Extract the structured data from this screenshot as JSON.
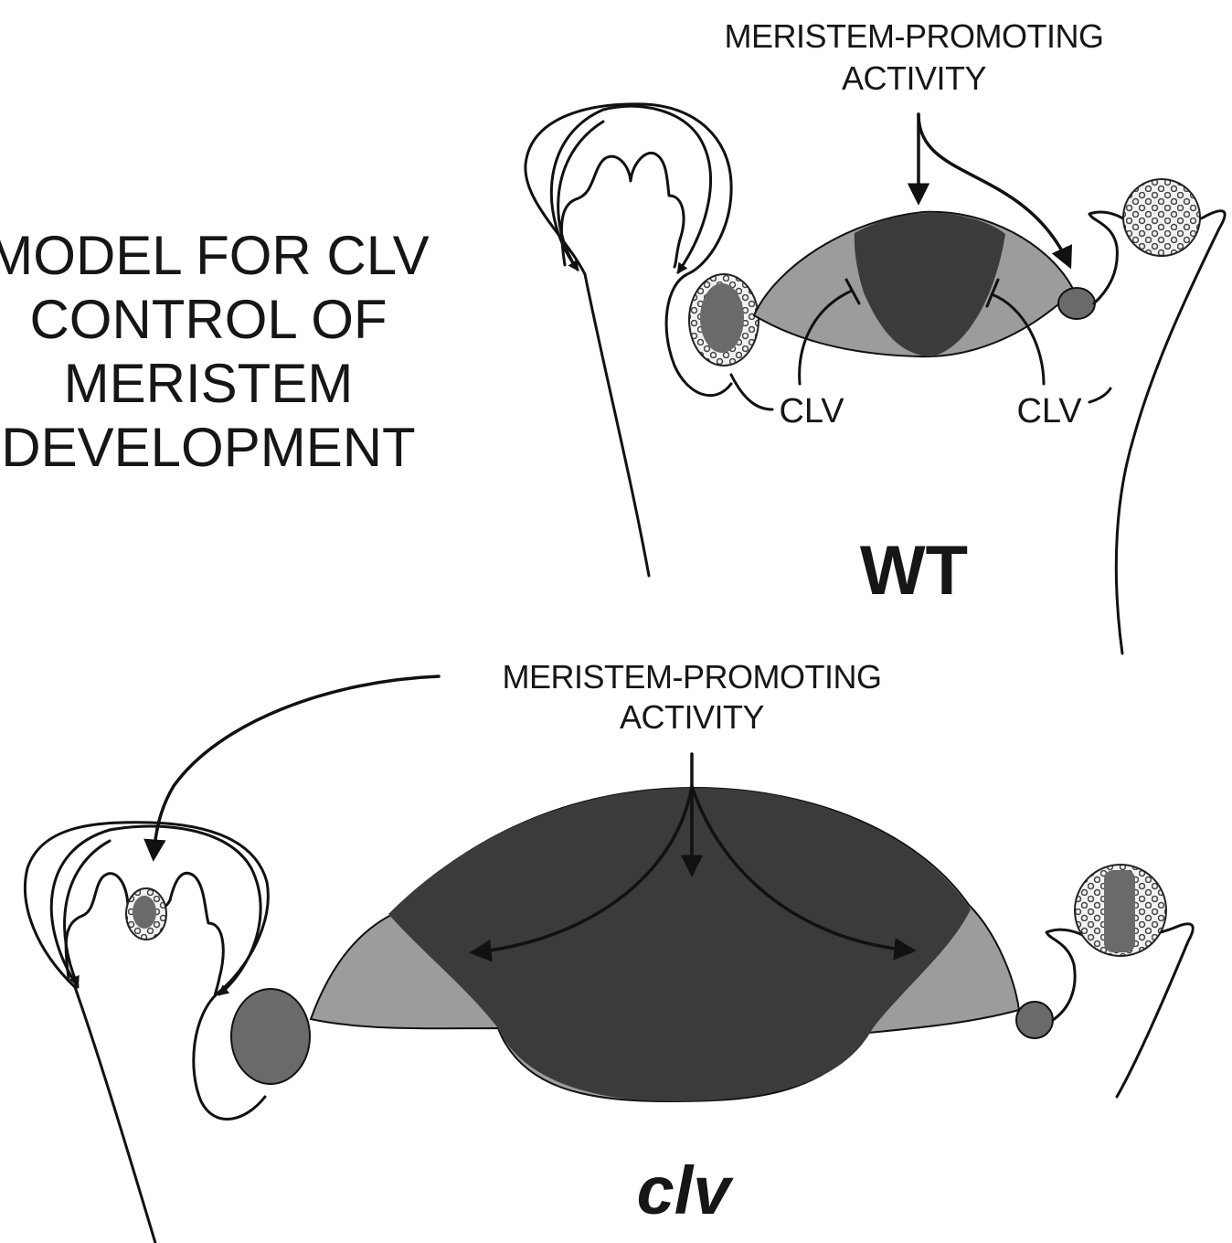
{
  "title": {
    "lines": [
      "MODEL FOR CLV",
      "CONTROL OF",
      "MERISTEM",
      "DEVELOPMENT"
    ]
  },
  "wt_panel": {
    "label": "WT",
    "promoting_activity": [
      "MERISTEM-PROMOTING",
      "ACTIVITY"
    ],
    "clv_left": "CLV",
    "clv_right": "CLV"
  },
  "clv_panel": {
    "label": "clv",
    "promoting_activity": [
      "MERISTEM-PROMOTING",
      "ACTIVITY"
    ]
  },
  "colors": {
    "central_zone": "#3b3b3b",
    "peripheral_zone": "#9c9c9c",
    "primordium": "#6a6a6a",
    "outline": "#111111",
    "background": "#ffffff"
  },
  "icons": [
    "arrow-down-icon",
    "inhibition-arrow-icon",
    "stippled-primordium-icon"
  ]
}
